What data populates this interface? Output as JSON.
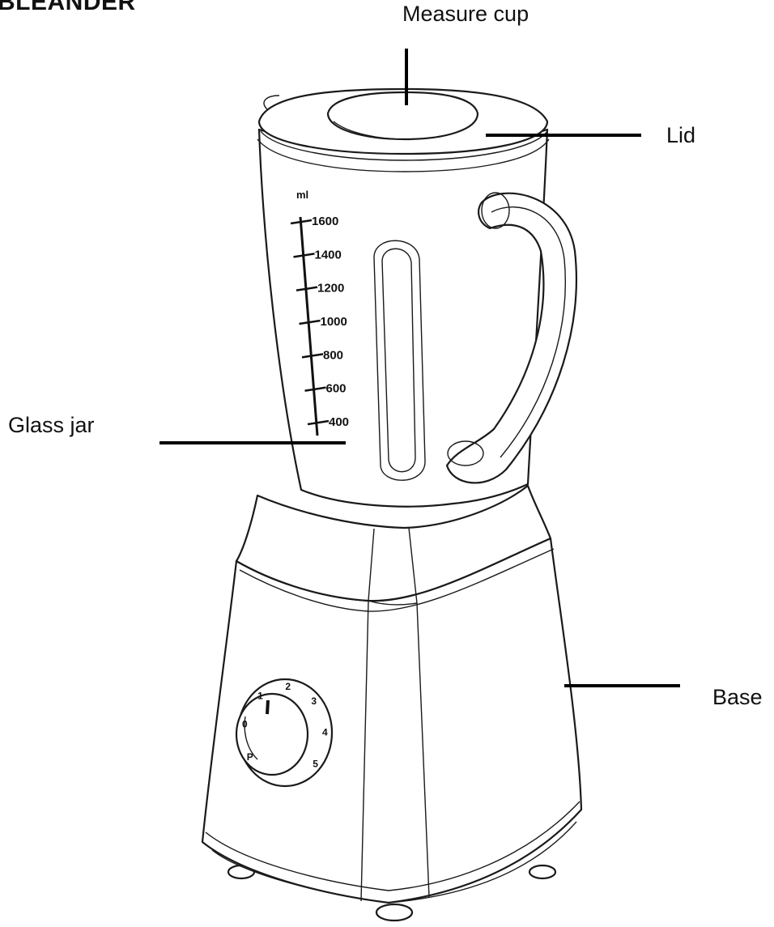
{
  "diagram": {
    "title": "R BLEANDER",
    "labels": {
      "measure_cup": "Measure cup",
      "lid": "Lid",
      "glass_jar": "Glass jar",
      "base": "Base"
    },
    "scale": {
      "unit": "ml",
      "right_ticks": [
        "1600",
        "1400",
        "1200",
        "1000",
        "800",
        "600",
        "400"
      ]
    },
    "dial": {
      "marks": [
        "P",
        "0",
        "1",
        "2",
        "3",
        "4",
        "5"
      ]
    },
    "colors": {
      "line": "#1a1a1a",
      "background": "#ffffff"
    }
  }
}
